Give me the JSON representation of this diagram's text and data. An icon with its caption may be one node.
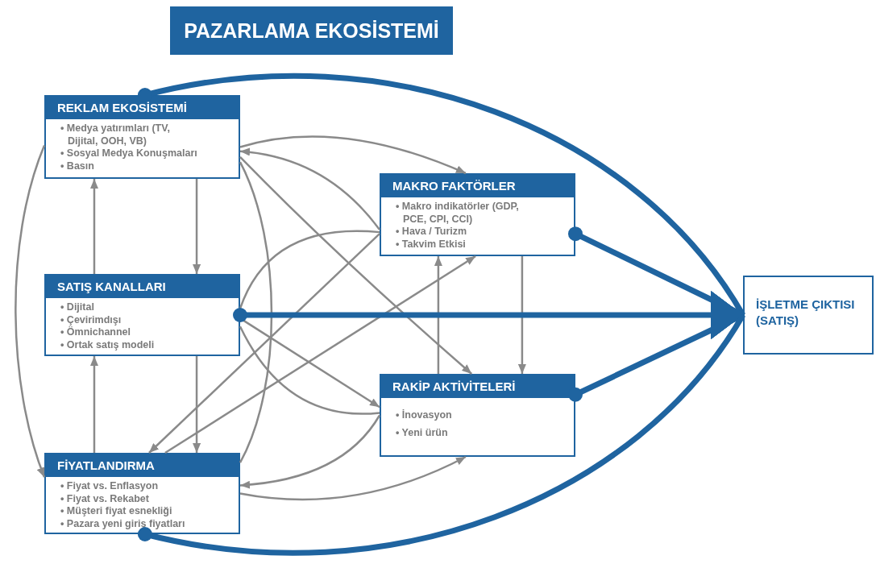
{
  "diagram": {
    "title": "PAZARLAMA EKOSİSTEMİ",
    "nodes": [
      {
        "text": [
          "REKLAM EKOSİSTEMİ",
          "• Medya yatırımları (TV, Dijital, OOH, VB)",
          "• Sosyal Medya Konuşmaları",
          "• Basın"
        ]
      },
      {
        "text": [
          "SATIŞ KANALLARI",
          "• Dijital",
          "• Çevirimdışı",
          "• Ömnichannel",
          "• Ortak satış modeli"
        ]
      },
      {
        "text": [
          "FİYATLANDIRMA",
          "• Fiyat vs. Enflasyon",
          "• Fiyat vs. Rekabet",
          "• Müşteri fiyat esnekliği",
          "• Pazara yeni giriş fiyatları"
        ]
      },
      {
        "text": [
          "MAKRO FAKTÖRLER",
          "• Makro indikatörler (GDP, PCE, CPI, CCI)",
          "• Hava / Turizm",
          "• Takvim Etkisi"
        ]
      },
      {
        "text": [
          "RAKİP AKTİVİTELERİ",
          "• İnovasyon",
          "• Yeni ürün"
        ]
      },
      {
        "text": [
          "İŞLETME ÇIKTISI (SATIŞ)"
        ]
      }
    ],
    "edges": [
      {
        "from": 0,
        "to": 1,
        "arrow": "to"
      },
      {
        "from": 1,
        "to": 0,
        "arrow": "to"
      },
      {
        "from": 1,
        "to": 2,
        "arrow": "to"
      },
      {
        "from": 2,
        "to": 1,
        "arrow": "to"
      },
      {
        "from": 3,
        "to": 4,
        "arrow": "to"
      },
      {
        "from": 4,
        "to": 3,
        "arrow": "to"
      },
      {
        "from": 0,
        "to": 3,
        "arrow": "to"
      },
      {
        "from": 3,
        "to": 0,
        "arrow": "to"
      },
      {
        "from": 0,
        "to": 4,
        "arrow": "to"
      },
      {
        "from": 0,
        "to": 2,
        "arrow": "to"
      },
      {
        "from": 0,
        "to": 2,
        "arrow": "none"
      },
      {
        "from": 1,
        "to": 3,
        "arrow": "none"
      },
      {
        "from": 3,
        "to": 2,
        "arrow": "to"
      },
      {
        "from": 2,
        "to": 3,
        "arrow": "to"
      },
      {
        "from": 1,
        "to": 4,
        "arrow": "to"
      },
      {
        "from": 1,
        "to": 4,
        "arrow": "none"
      },
      {
        "from": 4,
        "to": 2,
        "arrow": "to"
      },
      {
        "from": 2,
        "to": 4,
        "arrow": "to"
      },
      {
        "from": 0,
        "to": 5,
        "arrow": "to",
        "style": "thick",
        "color": "#1f64a0"
      },
      {
        "from": 1,
        "to": 5,
        "arrow": "to",
        "style": "thick",
        "color": "#1f64a0"
      },
      {
        "from": 3,
        "to": 5,
        "arrow": "to",
        "style": "thick",
        "color": "#1f64a0"
      },
      {
        "from": 4,
        "to": 5,
        "arrow": "to",
        "style": "thick",
        "color": "#1f64a0"
      },
      {
        "from": 2,
        "to": 5,
        "arrow": "to",
        "style": "thick",
        "color": "#1f64a0"
      }
    ]
  }
}
